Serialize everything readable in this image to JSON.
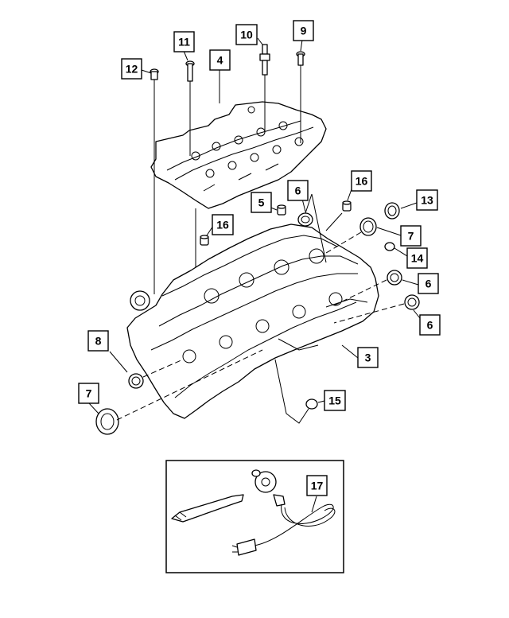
{
  "diagram": {
    "callouts": [
      {
        "id": "c12",
        "label": "12"
      },
      {
        "id": "c11",
        "label": "11"
      },
      {
        "id": "c4",
        "label": "4"
      },
      {
        "id": "c10",
        "label": "10"
      },
      {
        "id": "c9",
        "label": "9"
      },
      {
        "id": "c16a",
        "label": "16"
      },
      {
        "id": "c13",
        "label": "13"
      },
      {
        "id": "c6a",
        "label": "6"
      },
      {
        "id": "c5",
        "label": "5"
      },
      {
        "id": "c16b",
        "label": "16"
      },
      {
        "id": "c7a",
        "label": "7"
      },
      {
        "id": "c14",
        "label": "14"
      },
      {
        "id": "c6b",
        "label": "6"
      },
      {
        "id": "c6c",
        "label": "6"
      },
      {
        "id": "c8",
        "label": "8"
      },
      {
        "id": "c3",
        "label": "3"
      },
      {
        "id": "c7b",
        "label": "7"
      },
      {
        "id": "c15",
        "label": "15"
      },
      {
        "id": "c17",
        "label": "17"
      }
    ]
  }
}
